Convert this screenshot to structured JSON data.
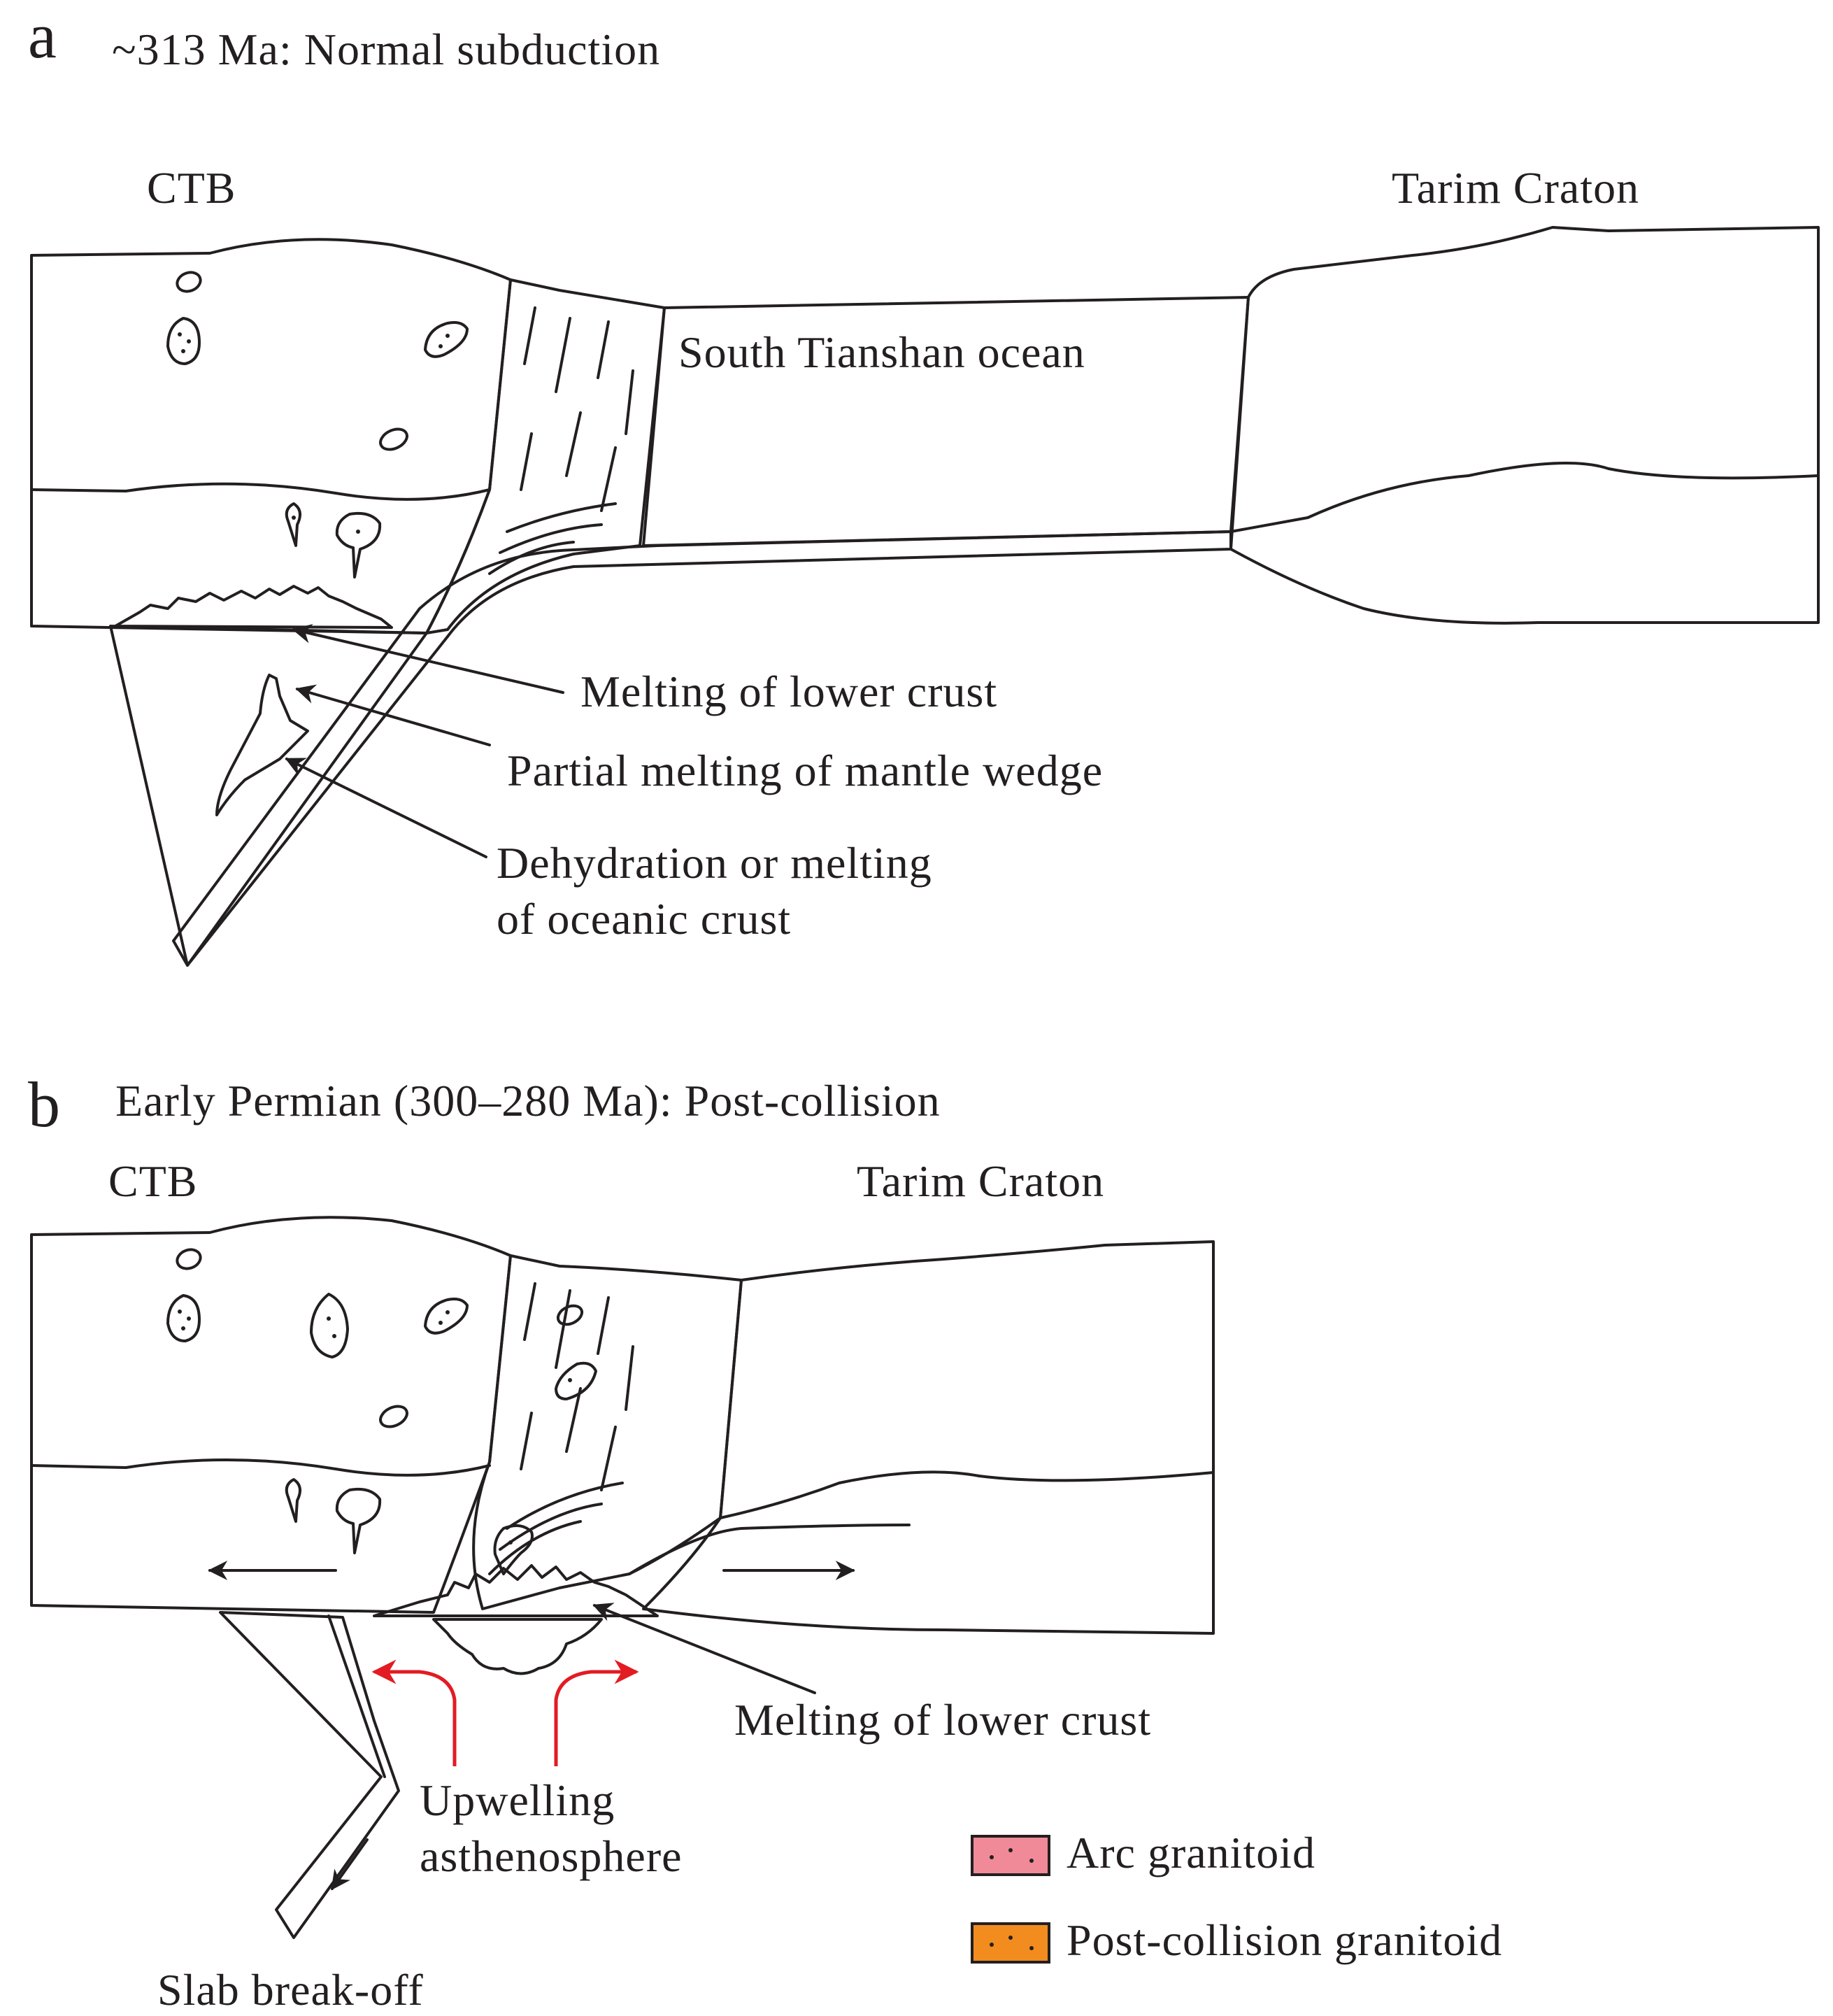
{
  "panel_a": {
    "letter": "a",
    "title": "~313 Ma: Normal subduction",
    "left_label": "CTB",
    "right_label": "Tarim Craton",
    "ocean_label": "South  Tianshan ocean",
    "callouts": {
      "lower_crust": "Melting of lower crust",
      "mantle_wedge": "Partial melting of mantle wedge",
      "oceanic_crust_line1": "Dehydration or melting",
      "oceanic_crust_line2": "of oceanic crust"
    }
  },
  "panel_b": {
    "letter": "b",
    "title": "Early Permian (300–280 Ma): Post-collision",
    "left_label": "CTB",
    "right_label": "Tarim Craton",
    "callouts": {
      "lower_crust": "Melting of lower crust",
      "upwelling_line1": "Upwelling",
      "upwelling_line2": "asthenosphere",
      "slab_breakoff": "Slab break-off"
    }
  },
  "legend": {
    "items": [
      {
        "label": "Arc granitoid",
        "color": "#f08a98"
      },
      {
        "label": "Post-collision granitoid",
        "color": "#f28c1e"
      }
    ]
  },
  "colors": {
    "ctb_crust": "#d9c3b5",
    "accretion_wedge": "#c2ad99",
    "tarim_crust": "#bda894",
    "oceanic": "#a3e85e",
    "melt_red": "#e23a24",
    "melt_green": "#1a9a4a",
    "mantle_wedge_melt": "#f5f53a",
    "arrow_red": "#e31b23",
    "outline": "#231f20"
  }
}
